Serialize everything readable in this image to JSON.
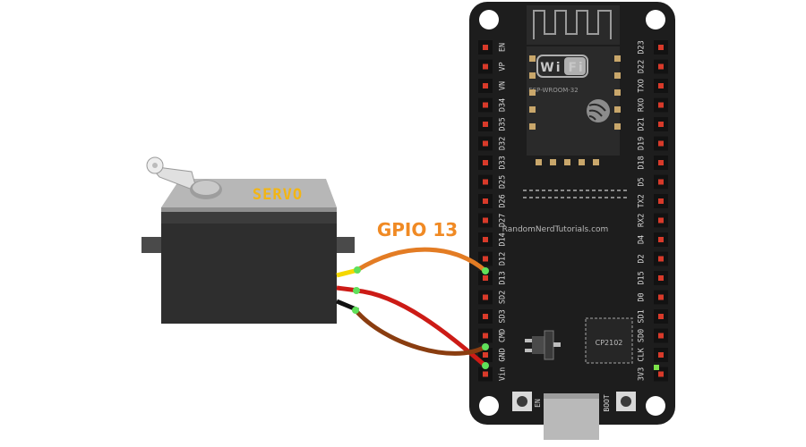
{
  "servo": {
    "label": "SERVO"
  },
  "wiring": {
    "signal_label": "GPIO 13"
  },
  "board": {
    "wifi_logo": "Wi Fi",
    "module_name": "ESP-WROOM-32",
    "website": "RandomNerdTutorials.com",
    "usb_chip": "CP2102",
    "button_en": "EN",
    "button_boot": "BOOT",
    "left_pins": [
      "EN",
      "VP",
      "VN",
      "D34",
      "D35",
      "D32",
      "D33",
      "D25",
      "D26",
      "D27",
      "D14",
      "D12",
      "D13",
      "SD2",
      "SD3",
      "CMD",
      "GND",
      "Vin"
    ],
    "right_pins": [
      "D23",
      "D22",
      "TXO",
      "RXO",
      "D21",
      "D19",
      "D18",
      "D5",
      "TX2",
      "RX2",
      "D4",
      "D2",
      "D15",
      "D0",
      "SD1",
      "SD0",
      "CLK",
      "3V3"
    ]
  },
  "colors": {
    "board": "#1d1d1d",
    "servo_body": "#2f2f2f",
    "servo_top": "#b8b8b8",
    "servo_label": "#f2b515",
    "wire_signal": "#e37c24",
    "wire_power": "#cc1b16",
    "wire_ground": "#8a3d10",
    "label_orange": "#f08a24",
    "pin_red": "#d83a2a"
  }
}
